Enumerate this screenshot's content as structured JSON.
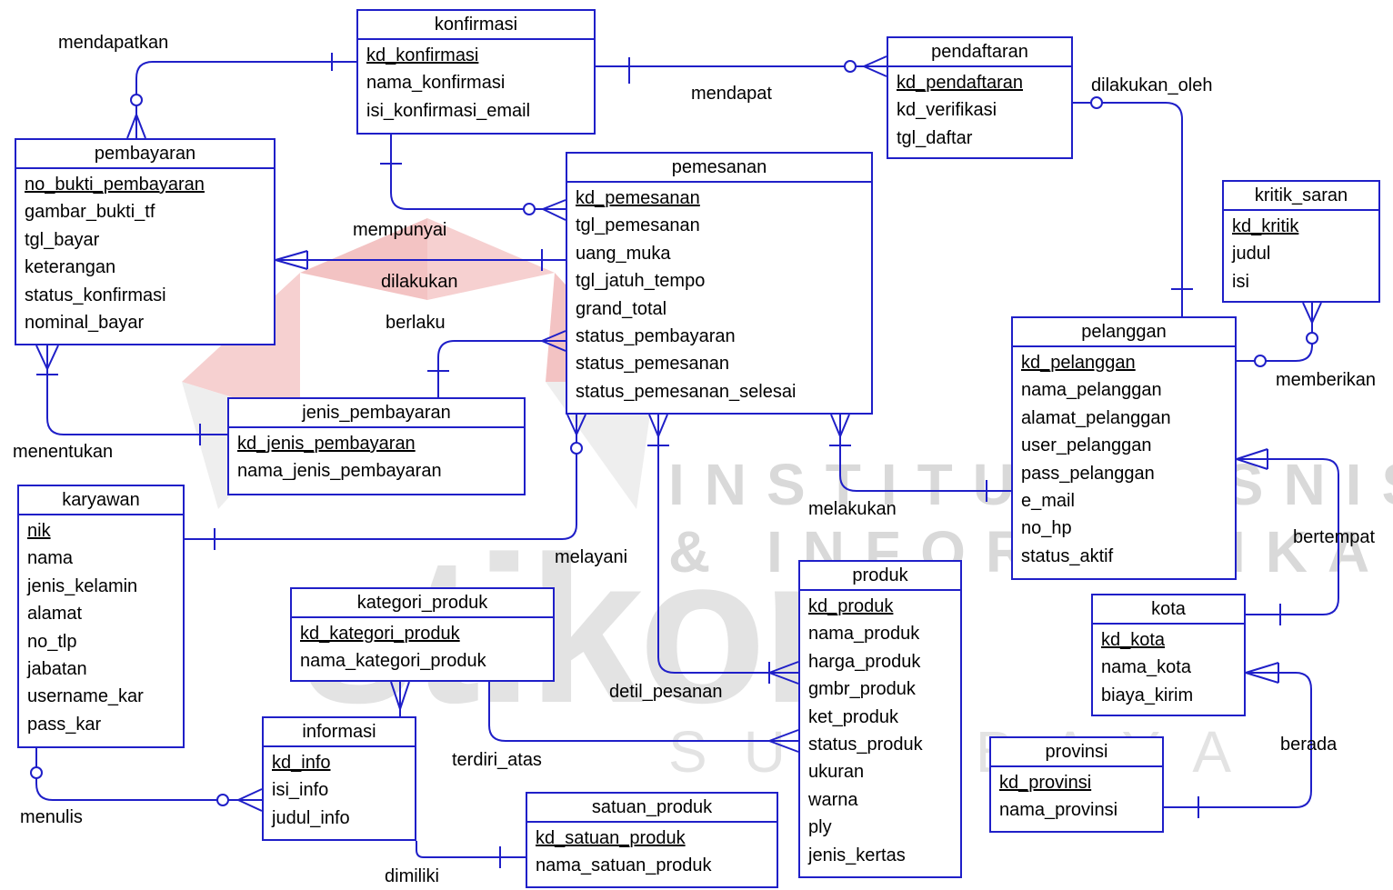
{
  "colors": {
    "line": "#1f1fc8",
    "watermark": "#e3e3e3",
    "watermark_red": "#f3c3c3"
  },
  "watermark": {
    "logo": "stikom",
    "institute_line1": "INSTITUT BISNIS",
    "institute_line2": "& INFORMATIKA",
    "city": "SURABAYA"
  },
  "entities": {
    "konfirmasi": {
      "title": "konfirmasi",
      "attributes": [
        "kd_konfirmasi",
        "nama_konfirmasi",
        "isi_konfirmasi_email"
      ],
      "primary_key": "kd_konfirmasi"
    },
    "pendaftaran": {
      "title": "pendaftaran",
      "attributes": [
        "kd_pendaftaran",
        "kd_verifikasi",
        "tgl_daftar"
      ],
      "primary_key": "kd_pendaftaran"
    },
    "pembayaran": {
      "title": "pembayaran",
      "attributes": [
        "no_bukti_pembayaran",
        "gambar_bukti_tf",
        "tgl_bayar",
        "keterangan",
        "status_konfirmasi",
        "nominal_bayar"
      ],
      "primary_key": "no_bukti_pembayaran"
    },
    "pemesanan": {
      "title": "pemesanan",
      "attributes": [
        "kd_pemesanan",
        "tgl_pemesanan",
        "uang_muka",
        "tgl_jatuh_tempo",
        "grand_total",
        "status_pembayaran",
        "status_pemesanan",
        "status_pemesanan_selesai"
      ],
      "primary_key": "kd_pemesanan"
    },
    "kritik_saran": {
      "title": "kritik_saran",
      "attributes": [
        "kd_kritik",
        "judul",
        "isi"
      ],
      "primary_key": "kd_kritik"
    },
    "pelanggan": {
      "title": "pelanggan",
      "attributes": [
        "kd_pelanggan",
        "nama_pelanggan",
        "alamat_pelanggan",
        "user_pelanggan",
        "pass_pelanggan",
        "e_mail",
        "no_hp",
        "status_aktif"
      ],
      "primary_key": "kd_pelanggan"
    },
    "jenis_pembayaran": {
      "title": "jenis_pembayaran",
      "attributes": [
        "kd_jenis_pembayaran",
        "nama_jenis_pembayaran"
      ],
      "primary_key": "kd_jenis_pembayaran"
    },
    "karyawan": {
      "title": "karyawan",
      "attributes": [
        "nik",
        "nama",
        "jenis_kelamin",
        "alamat",
        "no_tlp",
        "jabatan",
        "username_kar",
        "pass_kar"
      ],
      "primary_key": "nik"
    },
    "kategori_produk": {
      "title": "kategori_produk",
      "attributes": [
        "kd_kategori_produk",
        "nama_kategori_produk"
      ],
      "primary_key": "kd_kategori_produk"
    },
    "produk": {
      "title": "produk",
      "attributes": [
        "kd_produk",
        "nama_produk",
        "harga_produk",
        "gmbr_produk",
        "ket_produk",
        "status_produk",
        "ukuran",
        "warna",
        "ply",
        "jenis_kertas"
      ],
      "primary_key": "kd_produk"
    },
    "kota": {
      "title": "kota",
      "attributes": [
        "kd_kota",
        "nama_kota",
        "biaya_kirim"
      ],
      "primary_key": "kd_kota"
    },
    "informasi": {
      "title": "informasi",
      "attributes": [
        "kd_info",
        "isi_info",
        "judul_info"
      ],
      "primary_key": "kd_info"
    },
    "provinsi": {
      "title": "provinsi",
      "attributes": [
        "kd_provinsi",
        "nama_provinsi"
      ],
      "primary_key": "kd_provinsi"
    },
    "satuan_produk": {
      "title": "satuan_produk",
      "attributes": [
        "kd_satuan_produk",
        "nama_satuan_produk"
      ],
      "primary_key": "kd_satuan_produk"
    }
  },
  "relationships": {
    "mendapatkan": "mendapatkan",
    "mendapat": "mendapat",
    "dilakukan_oleh": "dilakukan_oleh",
    "mempunyai": "mempunyai",
    "dilakukan": "dilakukan",
    "berlaku": "berlaku",
    "menentukan": "menentukan",
    "melakukan": "melakukan",
    "melayani": "melayani",
    "memberikan": "memberikan",
    "bertempat": "bertempat",
    "detil_pesanan": "detil_pesanan",
    "terdiri_atas": "terdiri_atas",
    "berada": "berada",
    "menulis": "menulis",
    "dimiliki": "dimiliki"
  }
}
